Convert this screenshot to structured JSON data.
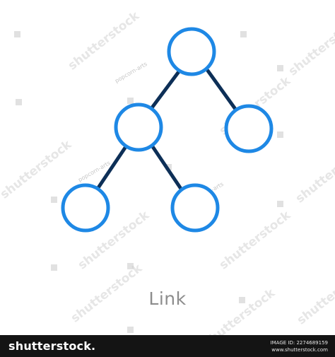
{
  "icon": {
    "name": "network-tree-icon",
    "node_color": "#1e88e5",
    "link_color": "#0d2f57",
    "background": "#ffffff"
  },
  "caption": "Link",
  "watermark": {
    "brand_text": "shutterstock",
    "contributor_text": "popcorn-arts"
  },
  "footer": {
    "brand": "shutterstock",
    "brand_mark": ".",
    "image_id_label": "IMAGE ID: 2274689159",
    "site": "www.shutterstock.com"
  }
}
